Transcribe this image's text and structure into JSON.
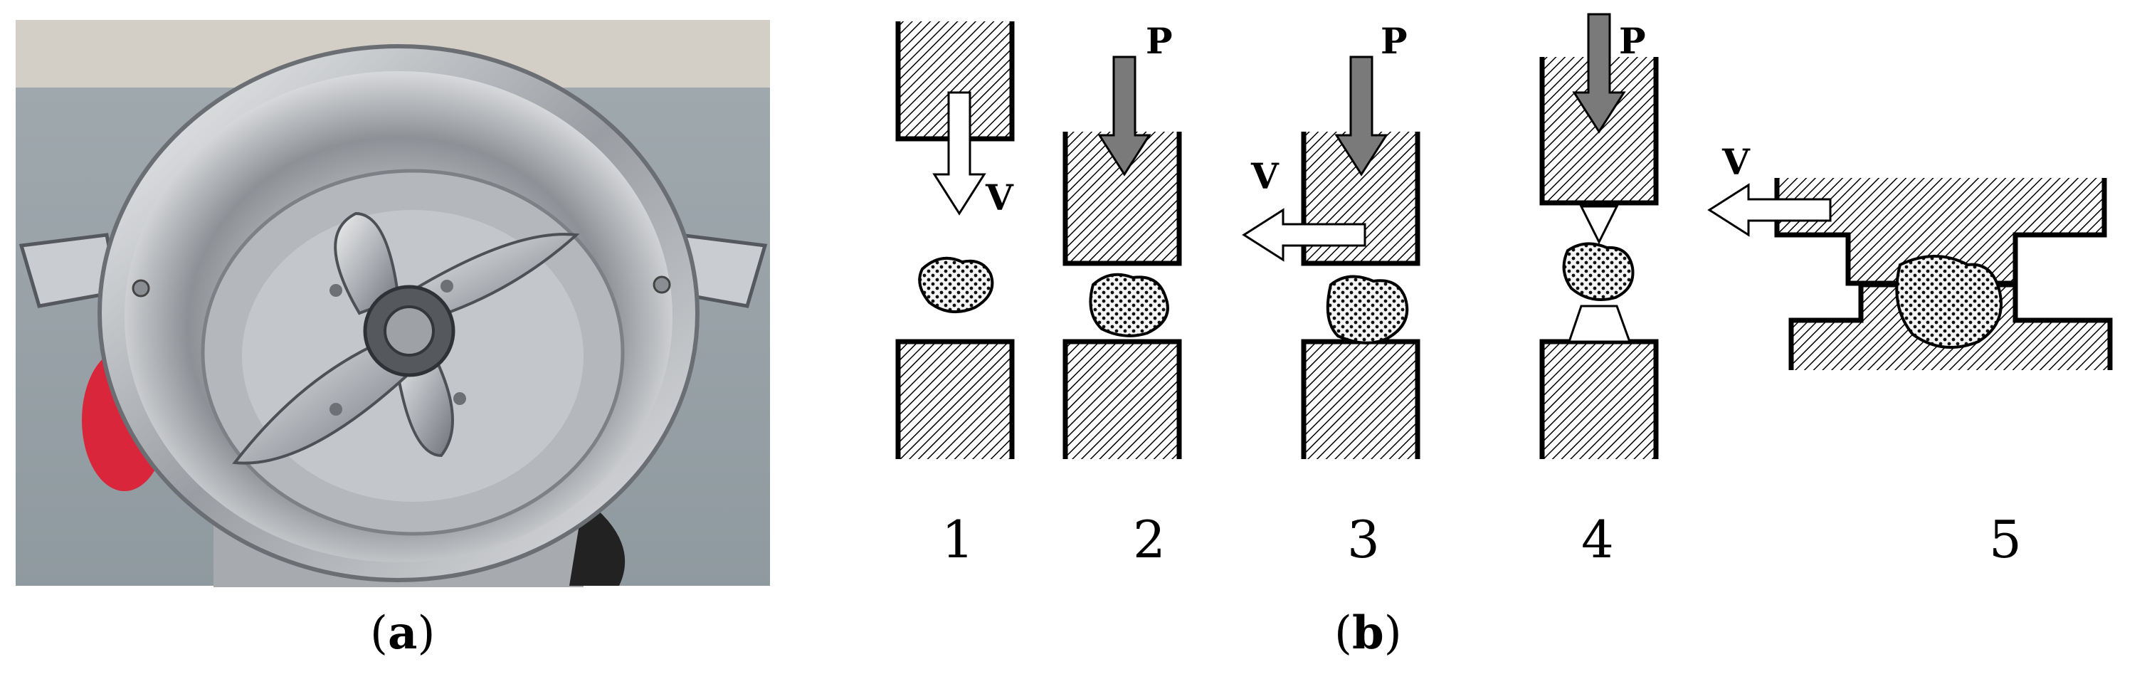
{
  "panel_a": {
    "caption": "(a)",
    "caption_letter": "a"
  },
  "panel_b": {
    "caption": "(b)",
    "caption_letter": "b",
    "force_label": "P",
    "velocity_label": "V",
    "modes": [
      {
        "number": "1"
      },
      {
        "number": "2"
      },
      {
        "number": "3"
      },
      {
        "number": "4"
      },
      {
        "number": "5"
      }
    ]
  },
  "colors": {
    "photo_background": "#8f9aa0",
    "steel_light": "#d7d9dc",
    "steel_dark": "#5d6166",
    "red_part": "#d9263a",
    "hatch": "#000000",
    "arrow_gray": "#7a7a7a"
  }
}
